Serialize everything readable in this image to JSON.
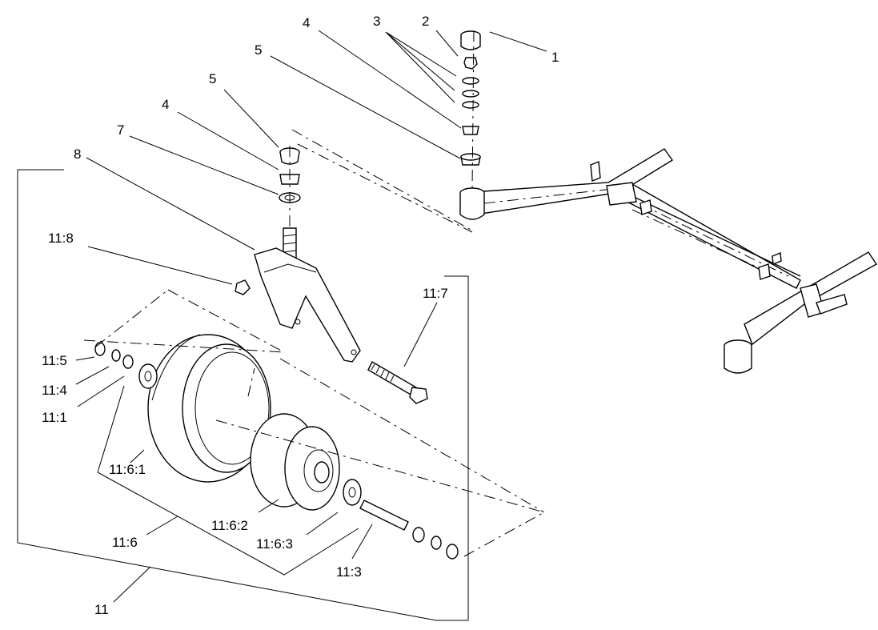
{
  "callouts": [
    {
      "id": "c1",
      "label": "1"
    },
    {
      "id": "c2",
      "label": "2"
    },
    {
      "id": "c3",
      "label": "3"
    },
    {
      "id": "c4a",
      "label": "4"
    },
    {
      "id": "c5a",
      "label": "5"
    },
    {
      "id": "c5b",
      "label": "5"
    },
    {
      "id": "c4b",
      "label": "4"
    },
    {
      "id": "c7",
      "label": "7"
    },
    {
      "id": "c8",
      "label": "8"
    },
    {
      "id": "c11_8",
      "label": "11:8"
    },
    {
      "id": "c11_7",
      "label": "11:7"
    },
    {
      "id": "c11_5",
      "label": "11:5"
    },
    {
      "id": "c11_4",
      "label": "11:4"
    },
    {
      "id": "c11_1",
      "label": "11:1"
    },
    {
      "id": "c11_6_1",
      "label": "11:6:1"
    },
    {
      "id": "c11_6_2",
      "label": "11:6:2"
    },
    {
      "id": "c11_6",
      "label": "11:6"
    },
    {
      "id": "c11_6_3",
      "label": "11:6:3"
    },
    {
      "id": "c11_3",
      "label": "11:3"
    },
    {
      "id": "c11",
      "label": "11"
    }
  ]
}
